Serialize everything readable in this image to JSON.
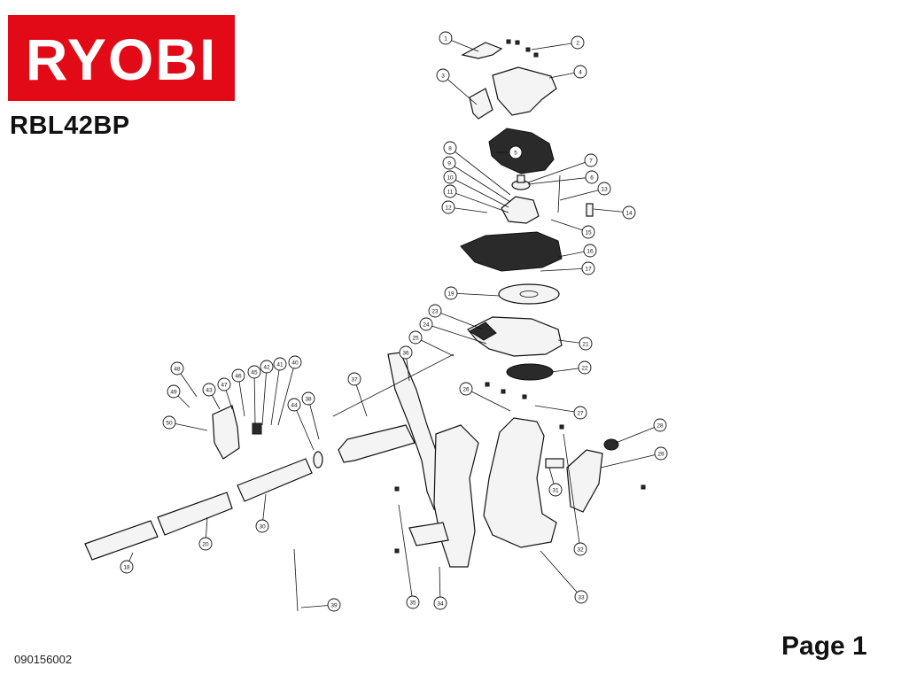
{
  "brand": {
    "name": "RYOBI",
    "color": "#e30a17"
  },
  "model": "RBL42BP",
  "doc_number": "090156002",
  "page_label": "Page 1",
  "callouts": [
    "1",
    "2",
    "3",
    "4",
    "5",
    "6",
    "7",
    "8",
    "9",
    "10",
    "11",
    "12",
    "13",
    "14",
    "15",
    "16",
    "17",
    "18",
    "19",
    "20",
    "21",
    "22",
    "23",
    "24",
    "25",
    "26",
    "27",
    "28",
    "29",
    "30",
    "31",
    "32",
    "33",
    "34",
    "35",
    "36",
    "37",
    "38",
    "39",
    "40",
    "41",
    "42",
    "43",
    "44",
    "45",
    "46",
    "47",
    "48",
    "49",
    "50"
  ]
}
